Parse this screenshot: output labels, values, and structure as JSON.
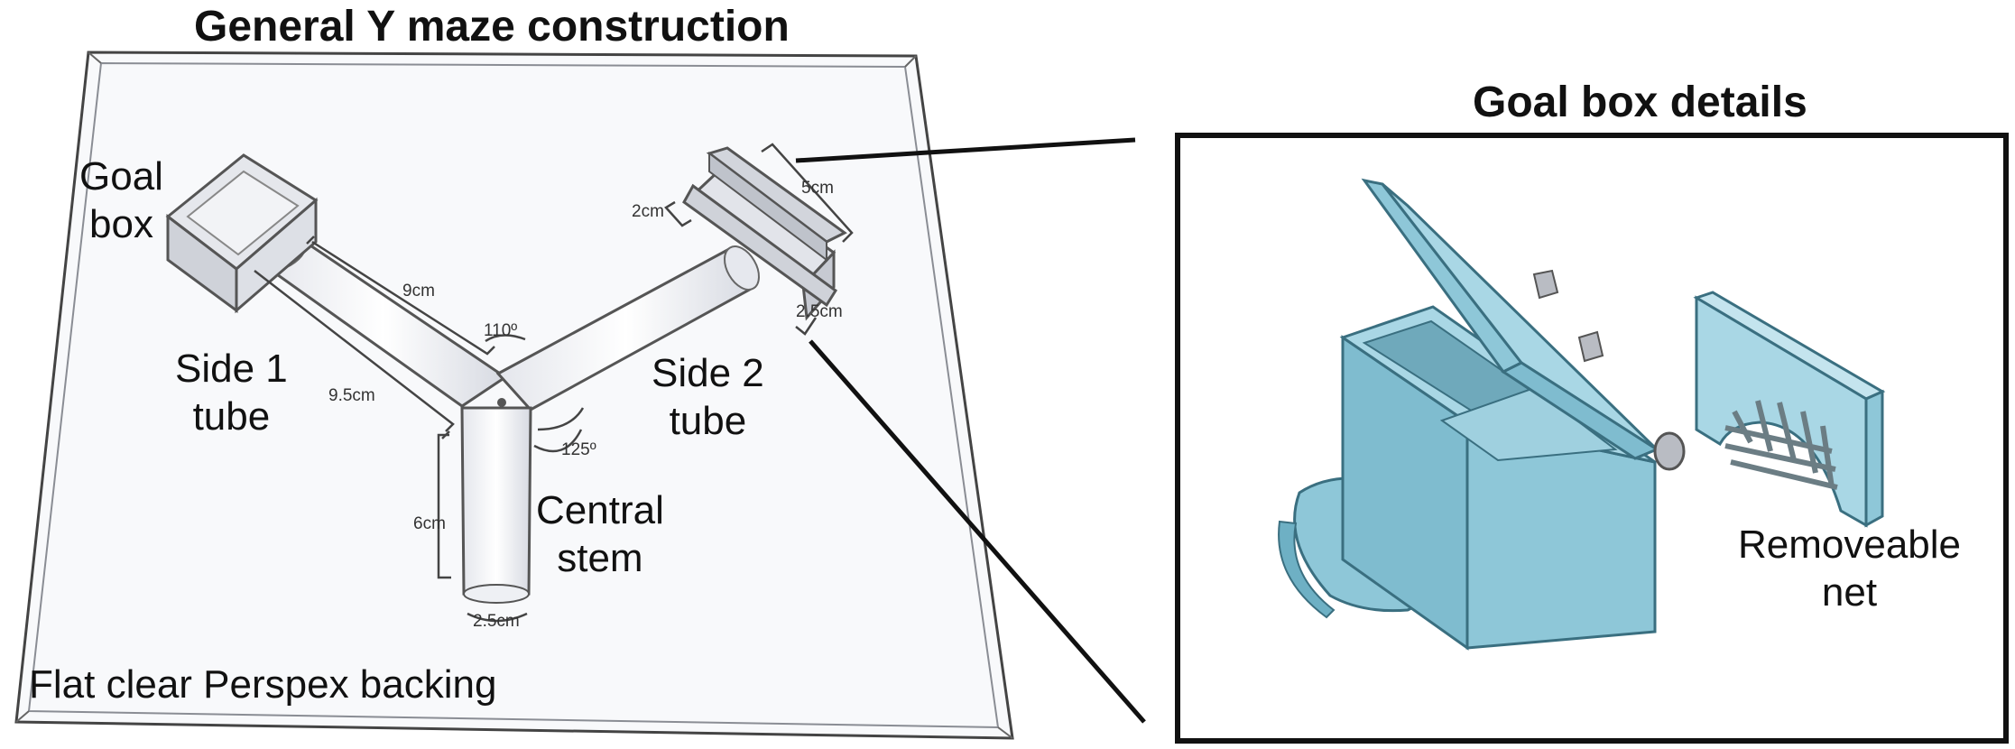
{
  "titles": {
    "main": "General Y maze construction",
    "detail": "Goal box details"
  },
  "labels": {
    "goal_box_line1": "Goal",
    "goal_box_line2": "box",
    "side1_line1": "Side 1",
    "side1_line2": "tube",
    "side2_line1": "Side 2",
    "side2_line2": "tube",
    "central_line1": "Central",
    "central_line2": "stem",
    "backing": "Flat clear Perspex backing",
    "net_line1": "Removeable",
    "net_line2": "net"
  },
  "dimensions": {
    "goal_width": "5cm",
    "goal_height": "2cm",
    "goal_depth": "2.5cm",
    "side_short": "9cm",
    "side_long": "9.5cm",
    "angle_top": "110º",
    "angle_side": "125º",
    "stem_length": "6cm",
    "stem_width": "2.5cm"
  },
  "colors": {
    "outline": "#3a3a3a",
    "perspex": "#f7f8fa",
    "tube_shade": "#d9dce3",
    "goalbox_blue": "#8ec7d8",
    "goalbox_dark": "#5f9fb4",
    "goalbox_light": "#a9d7e5"
  }
}
